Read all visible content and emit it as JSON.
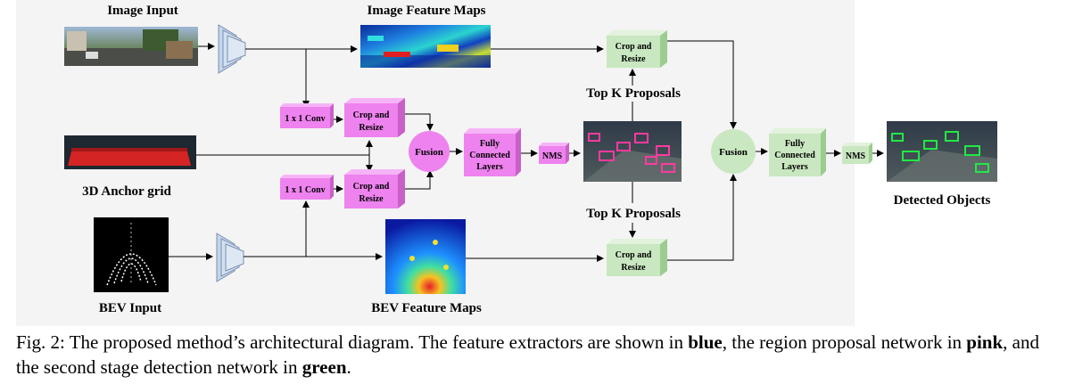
{
  "labels": {
    "image_input": "Image Input",
    "image_feature_maps": "Image Feature Maps",
    "anchor_grid": "3D Anchor grid",
    "bev_input": "BEV Input",
    "bev_feature_maps": "BEV Feature Maps",
    "detected_objects": "Detected Objects",
    "top_k_upper": "Top K Proposals",
    "top_k_lower": "Top K Proposals"
  },
  "boxes": {
    "conv1": "1 x 1 Conv",
    "conv2": "1 x 1 Conv",
    "crop_line1": "Crop and",
    "crop_line2": "Resize",
    "fusion": "Fusion",
    "fc_line1": "Fully",
    "fc_line2": "Connected",
    "fc_line3": "Layers",
    "nms": "NMS"
  },
  "caption": {
    "p1": "Fig. 2: The proposed method’s architectural diagram. The feature extractors are shown in ",
    "blue": "blue",
    "p2": ", the region proposal network in ",
    "pink": "pink",
    "p3": ", and the second stage detection network in ",
    "green": "green",
    "p4": "."
  },
  "colors": {
    "panel_bg": "#f4f4f4",
    "pink": "#ee82ee",
    "green": "#c9e7c0",
    "blue_extractor": "#c5d5ea"
  }
}
